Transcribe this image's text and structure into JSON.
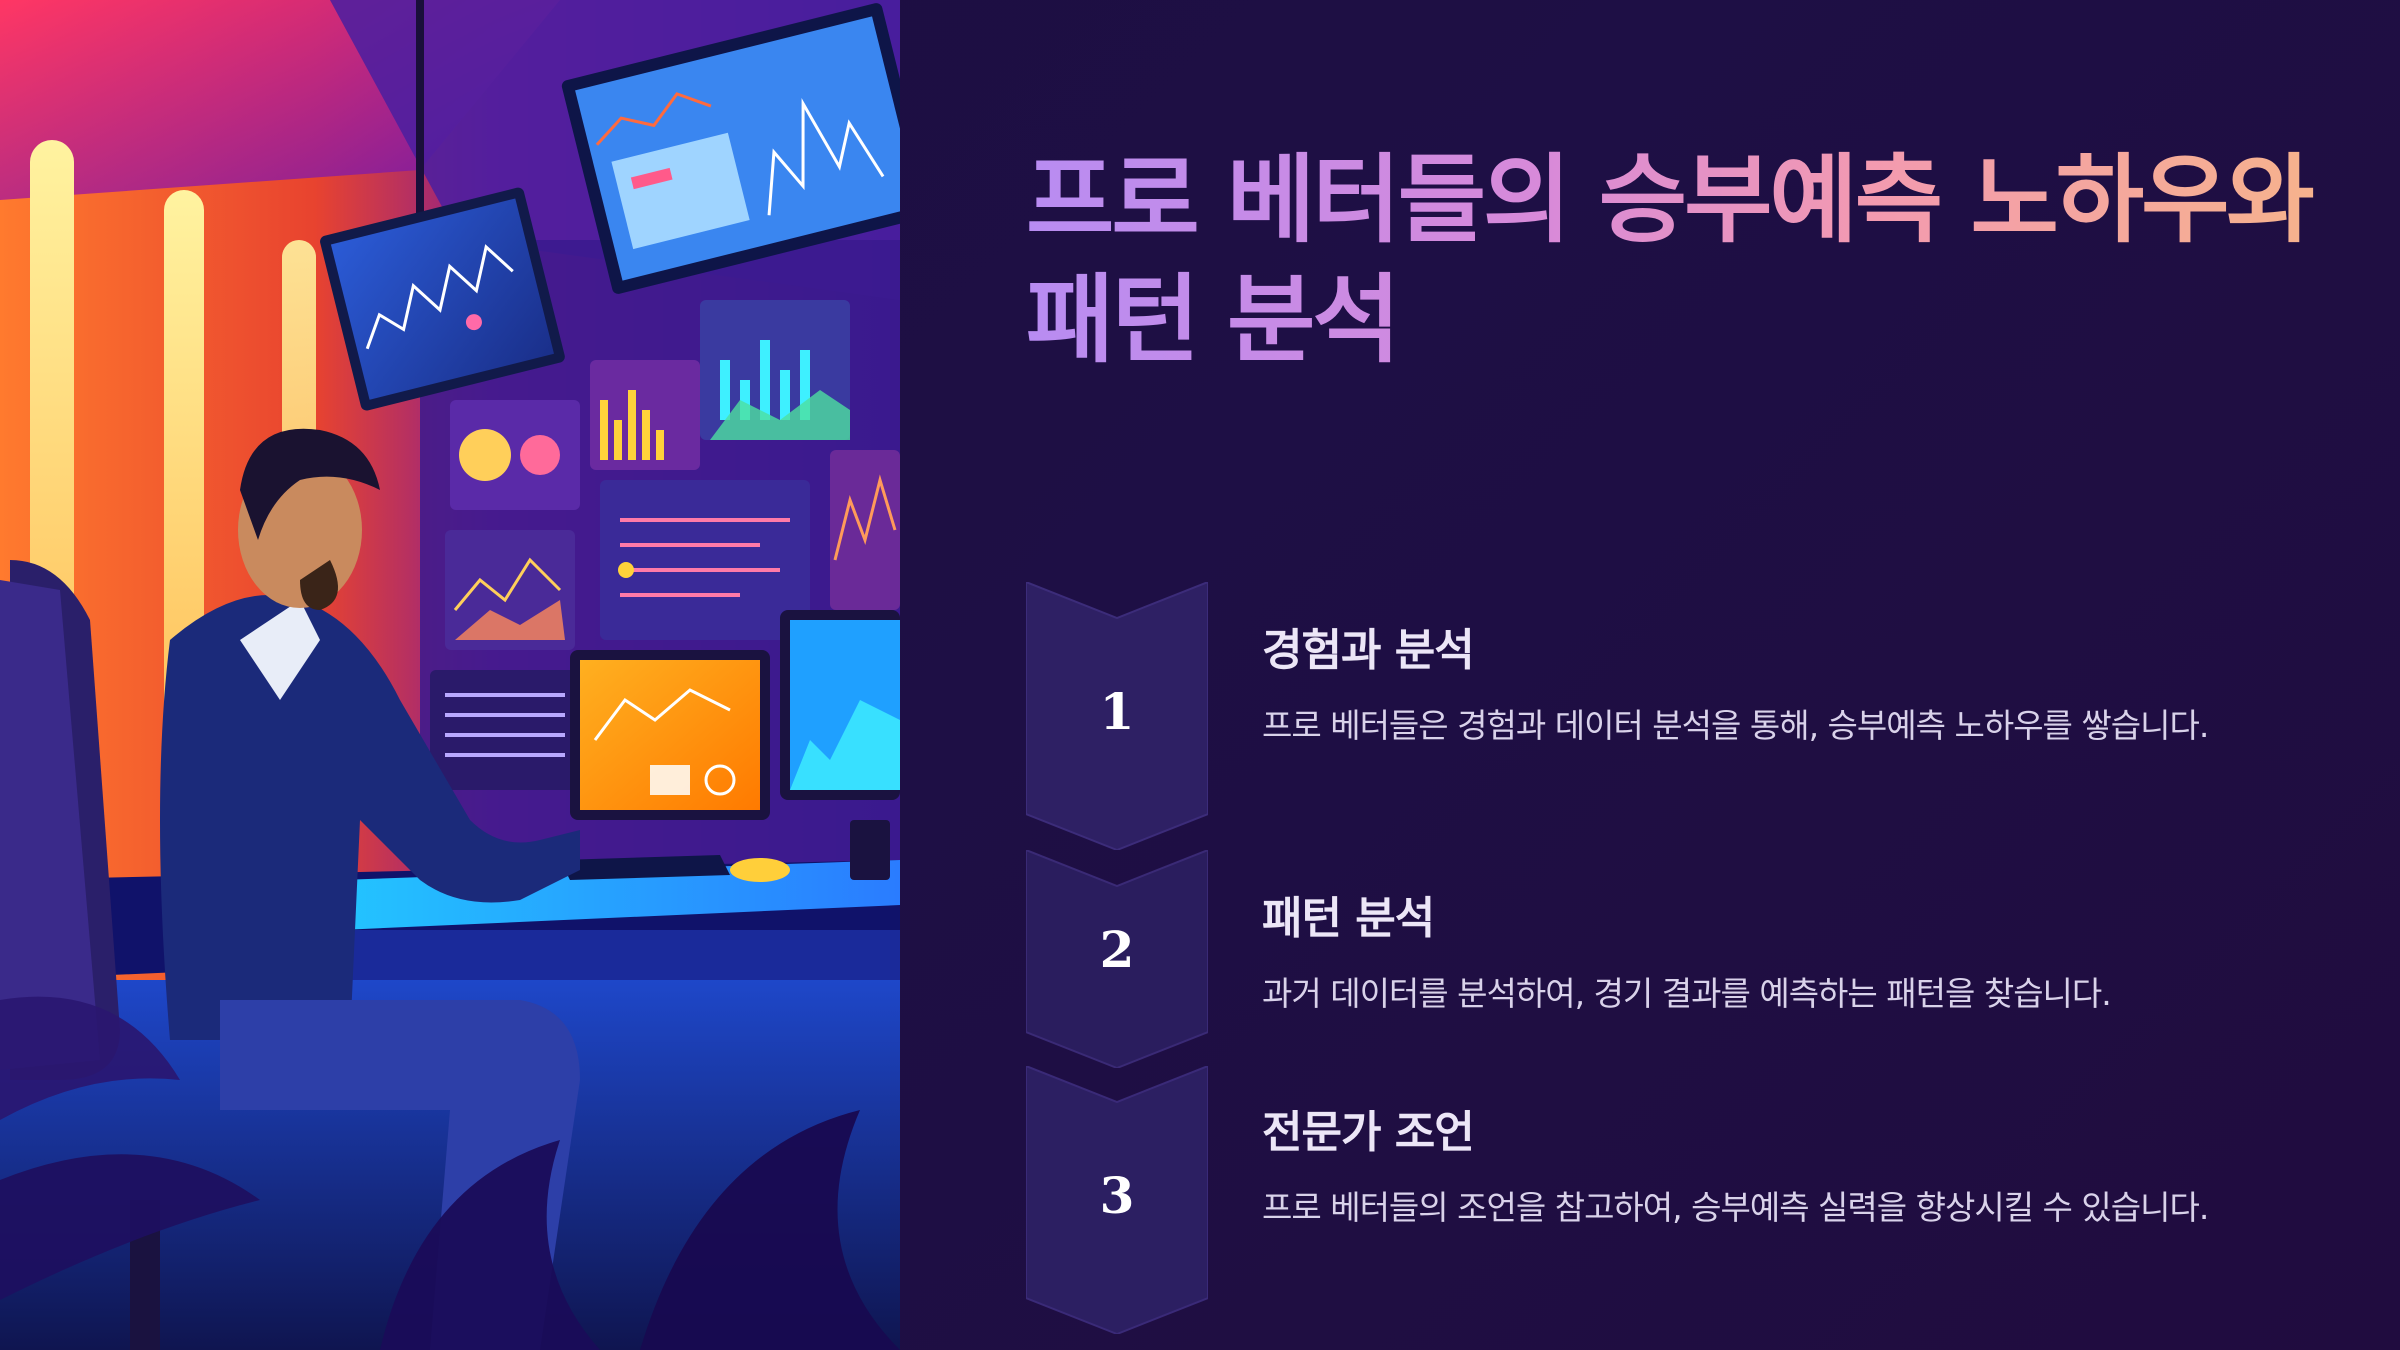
{
  "title": "프로 베터들의 승부예측 노하우와 패턴 분석",
  "colors": {
    "background": "#1d0e42",
    "title_gradient_start": "#b88cf2",
    "title_gradient_end": "#f6b38c",
    "chevron_fill": "#2e2064",
    "text": "#d9d2ea"
  },
  "illustration": {
    "icon": "analyst-at-trading-desk-illustration"
  },
  "steps": [
    {
      "number": "1",
      "title": "경험과 분석",
      "description": "프로 베터들은 경험과 데이터 분석을 통해, 승부예측 노하우를 쌓습니다."
    },
    {
      "number": "2",
      "title": "패턴 분석",
      "description": "과거 데이터를 분석하여, 경기 결과를 예측하는 패턴을 찾습니다."
    },
    {
      "number": "3",
      "title": "전문가 조언",
      "description": "프로 베터들의 조언을 참고하여, 승부예측 실력을 향상시킬 수 있습니다."
    }
  ]
}
